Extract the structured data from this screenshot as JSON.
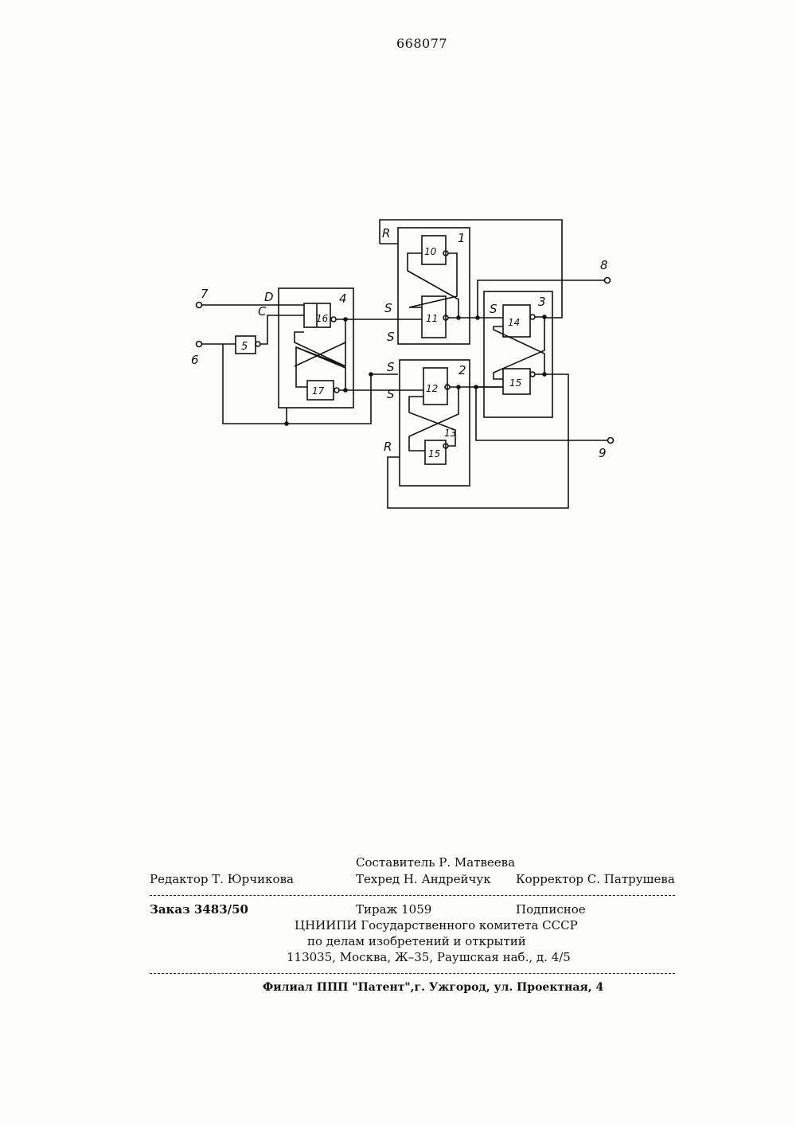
{
  "header": {
    "patent_number": "668077"
  },
  "diagram": {
    "block_labels": {
      "b1": "1",
      "b2": "2",
      "b3": "3",
      "b4": "4",
      "e5": "5",
      "e10": "10",
      "e11": "11",
      "e12": "12",
      "e13": "13",
      "e14": "14",
      "e15a": "15",
      "e15b": "15",
      "e16": "16",
      "e17": "17"
    },
    "terminal_labels": {
      "t6": "6",
      "t7": "7",
      "t8": "8",
      "t9": "9"
    },
    "signal_labels": {
      "D": "D",
      "C": "C",
      "S1": "S",
      "S2": "S",
      "S3": "S",
      "S4": "S",
      "S5": "S",
      "R1": "R",
      "R2": "R"
    }
  },
  "imprint": {
    "compiler": "Составитель Р. Матвеева",
    "editor": "Редактор Т. Юрчикова",
    "techred": "Техред  Н. Андрейчук",
    "corrector": "Корректор  С. Патрушева",
    "order": "Заказ 3483/50",
    "circulation": "Тираж 1059",
    "subscription": "Подписное",
    "org_line1": "ЦНИИПИ Государственного комитета СССР",
    "org_line2": "по делам изобретений и открытий",
    "org_line3": "113035, Москва, Ж–35, Раушская наб., д. 4/5",
    "branch": "Филиал ППП \"Патент\",г. Ужгород, ул. Проектная, 4"
  }
}
